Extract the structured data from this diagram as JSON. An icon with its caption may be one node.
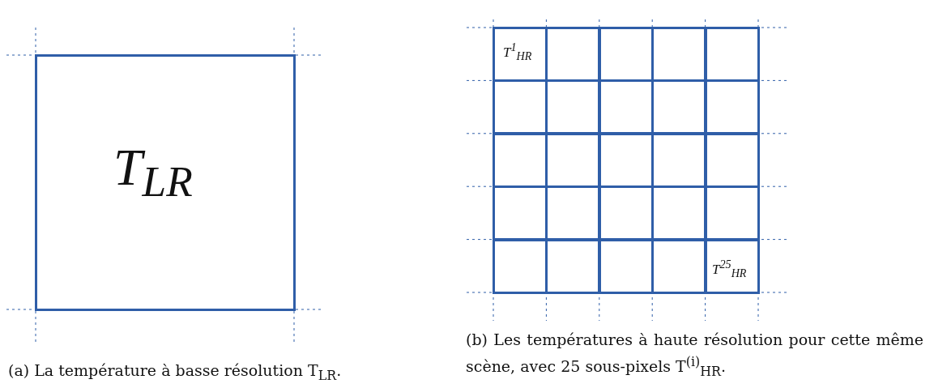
{
  "diagram": {
    "nodes": [
      {
        "text": [
          "T$_{LR}$"
        ]
      },
      {
        "text": [
          "T$^{1}$$_{HR}$"
        ]
      },
      {
        "text": [],
        "shape": "box"
      },
      {
        "text": [],
        "shape": "box"
      },
      {
        "text": [],
        "shape": "box"
      },
      {
        "text": [],
        "shape": "box"
      },
      {
        "text": [],
        "shape": "box"
      },
      {
        "text": [],
        "shape": "box"
      },
      {
        "text": [],
        "shape": "box"
      },
      {
        "text": [],
        "shape": "box"
      },
      {
        "text": [],
        "shape": "box"
      },
      {
        "text": [],
        "shape": "box"
      },
      {
        "text": [],
        "shape": "box"
      },
      {
        "text": [],
        "shape": "box"
      },
      {
        "text": [],
        "shape": "box"
      },
      {
        "text": [],
        "shape": "box"
      },
      {
        "text": [],
        "shape": "box"
      },
      {
        "text": [],
        "shape": "box"
      },
      {
        "text": [],
        "shape": "box"
      },
      {
        "text": [],
        "shape": "box"
      },
      {
        "text": [],
        "shape": "box"
      },
      {
        "text": [],
        "shape": "box"
      },
      {
        "text": [],
        "shape": "box"
      },
      {
        "text": [],
        "shape": "box"
      },
      {
        "text": [],
        "shape": "box"
      },
      {
        "text": [
          "T$^{25}$$_{HR}$"
        ]
      }
    ],
    "labels": [
      "(b) Les températures à haute résolution pour cette même scène, avec 25 sous-pixels T$^{(i)}$$_{HR}$.",
      "(a) La température à basse résolution T$_{LR}$."
    ]
  }
}
